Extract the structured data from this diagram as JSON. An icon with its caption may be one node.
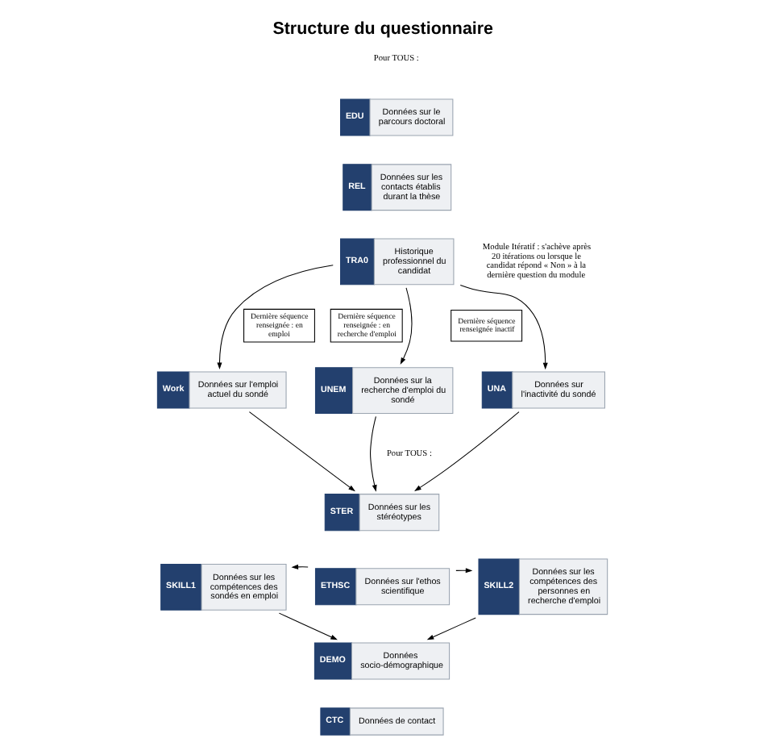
{
  "diagram": {
    "title": "Structure du questionnaire",
    "nodes": [
      {
        "text": [
          "EDU",
          "Données sur le parcours doctoral"
        ]
      },
      {
        "text": [
          "REL",
          "Données sur les contacts établis durant la thèse"
        ]
      },
      {
        "text": [
          "TRA0",
          "Historique professionnel du candidat"
        ]
      },
      {
        "text": [
          "Work",
          "Données sur l'emploi actuel du sondé"
        ]
      },
      {
        "text": [
          "UNEM",
          "Données sur la recherche d'emploi du sondé"
        ]
      },
      {
        "text": [
          "UNA",
          "Données sur l'inactivité du sondé"
        ]
      },
      {
        "text": [
          "STER",
          "Données sur les stéréotypes"
        ]
      },
      {
        "text": [
          "ETHSC",
          "Données sur l'ethos scientifique"
        ]
      },
      {
        "text": [
          "DEMO",
          "Données socio-démographique"
        ]
      },
      {
        "text": [
          "CTC",
          "Données de contact"
        ]
      },
      {
        "text": [
          "SKILL1",
          "Données sur les compétences des sondés en emploi"
        ]
      },
      {
        "text": [
          "SKILL2",
          "Données sur les compétences des personnes en recherche d'emploi"
        ]
      },
      {
        "text": [
          "Dernière séquence renseignée : en emploi"
        ]
      },
      {
        "text": [
          "Dernière séquence renseignée : en recherche d'emploi"
        ]
      },
      {
        "text": [
          "Dernière séquence renseignée inactif"
        ]
      }
    ],
    "edges": [
      {
        "from": 2,
        "to": 3,
        "arrow": "to"
      },
      {
        "from": 2,
        "to": 4,
        "arrow": "to"
      },
      {
        "from": 2,
        "to": 5,
        "arrow": "to"
      },
      {
        "from": 3,
        "to": 6,
        "arrow": "to"
      },
      {
        "from": 4,
        "to": 6,
        "arrow": "to"
      },
      {
        "from": 5,
        "to": 6,
        "arrow": "to"
      },
      {
        "from": 7,
        "to": 10,
        "arrow": "to"
      },
      {
        "from": 10,
        "to": 8,
        "arrow": "to"
      },
      {
        "from": 7,
        "to": 11,
        "arrow": "to"
      },
      {
        "from": 11,
        "to": 8,
        "arrow": "to"
      }
    ],
    "labels": [
      "Pour TOUS :",
      "Module Itératif : s'achève après 20 itérations ou lorsque le candidat répond « Non » à la dernière question du module",
      "Pour TOUS :"
    ]
  }
}
